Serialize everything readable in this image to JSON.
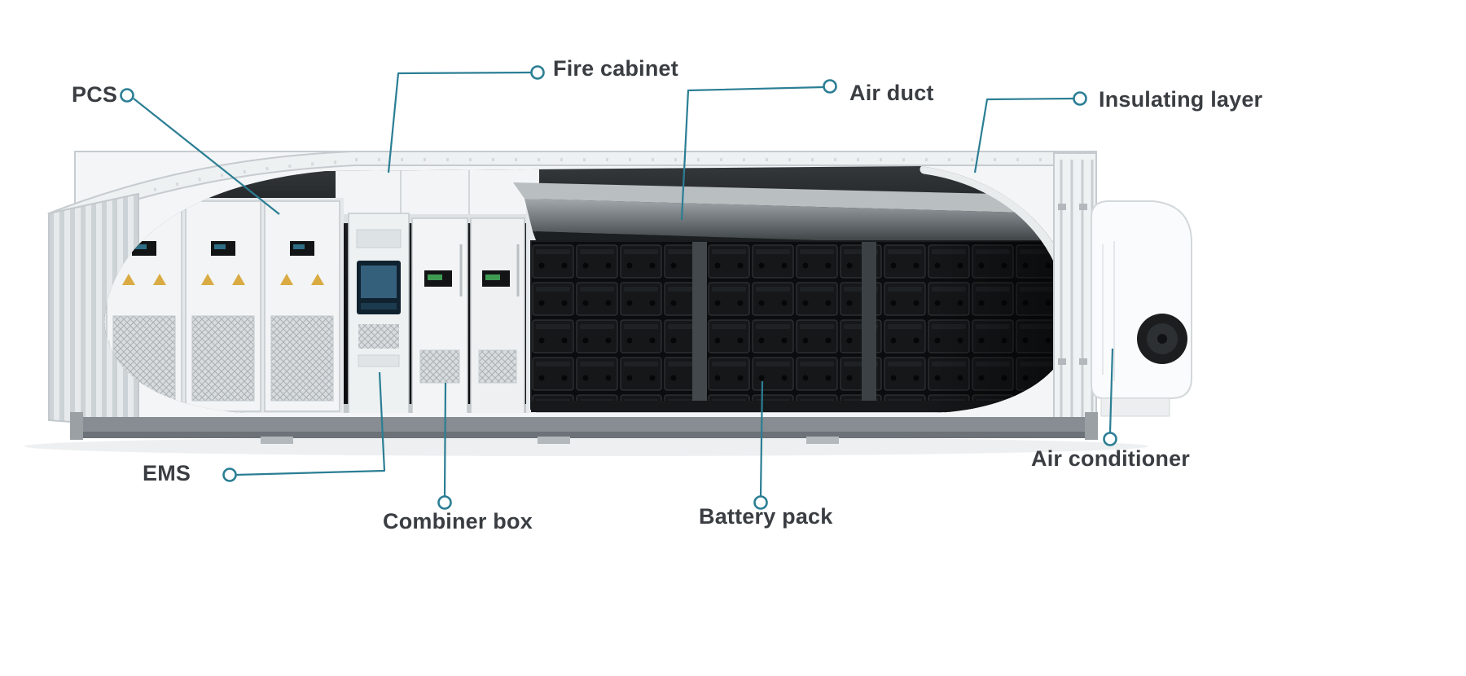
{
  "diagram": {
    "labels": [
      {
        "id": "pcs",
        "text": "PCS"
      },
      {
        "id": "fire-cabinet",
        "text": "Fire cabinet"
      },
      {
        "id": "air-duct",
        "text": "Air duct"
      },
      {
        "id": "insulating-layer",
        "text": "Insulating layer"
      },
      {
        "id": "ems",
        "text": "EMS"
      },
      {
        "id": "combiner-box",
        "text": "Combiner box"
      },
      {
        "id": "battery-pack",
        "text": "Battery pack"
      },
      {
        "id": "air-conditioner",
        "text": "Air conditioner"
      }
    ],
    "colors": {
      "marker": "#2b7e94",
      "label_text": "#3a3d41",
      "background": "#ffffff"
    }
  }
}
